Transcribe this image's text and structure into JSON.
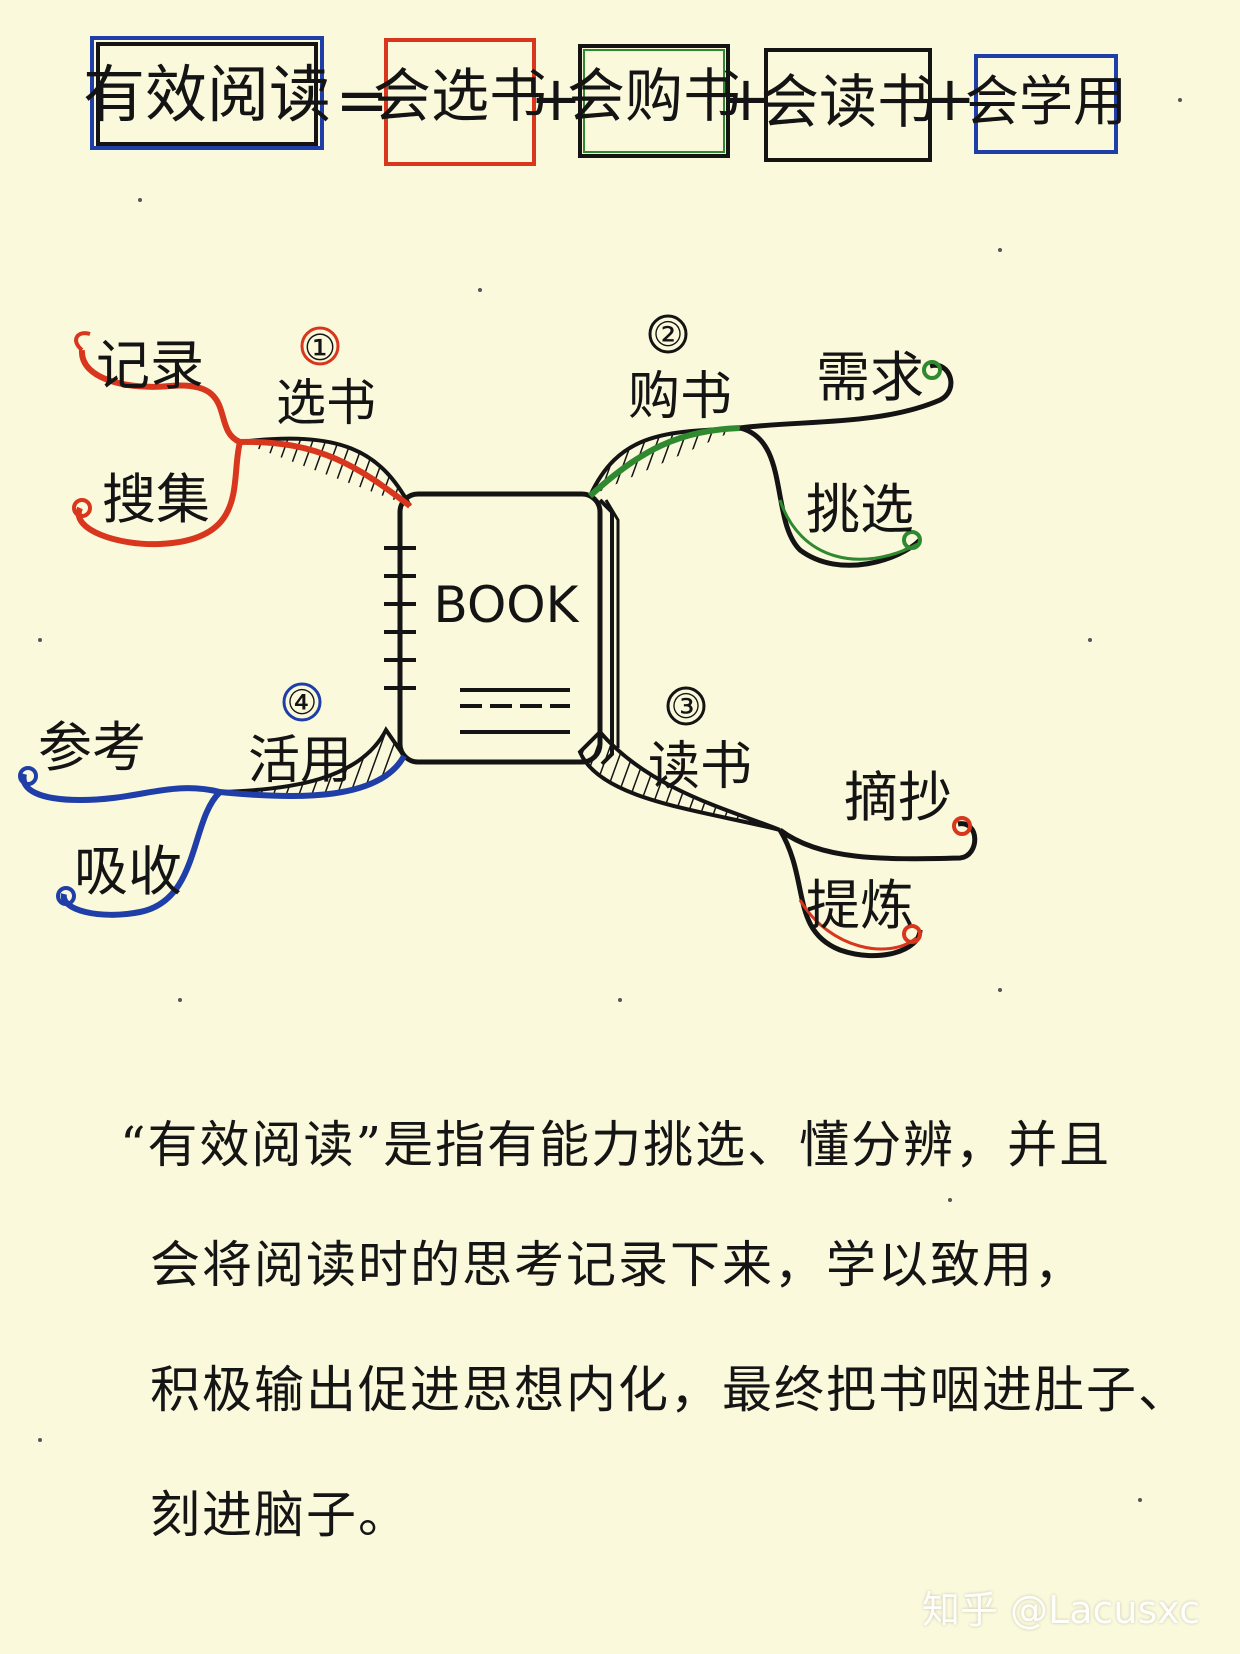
{
  "colors": {
    "background": "#fbf9dc",
    "ink": "#141414",
    "red": "#d8371e",
    "green": "#2f8a2f",
    "blue": "#1f3ea8",
    "black": "#141414",
    "watermark": "#ffffff"
  },
  "formula": {
    "lhs": "有效阅读",
    "equals": "=",
    "plus": "+",
    "terms": [
      "会选书",
      "会购书",
      "会读书",
      "会学用"
    ]
  },
  "mindmap": {
    "center": {
      "label": "BOOK"
    },
    "branches": [
      {
        "number": "①",
        "label": "选书",
        "color": "red",
        "leaves": [
          "记录",
          "搜集"
        ]
      },
      {
        "number": "②",
        "label": "购书",
        "color": "green",
        "leaves": [
          "需求",
          "挑选"
        ]
      },
      {
        "number": "③",
        "label": "读书",
        "color": "black",
        "leaves": [
          "摘抄",
          "提炼"
        ]
      },
      {
        "number": "④",
        "label": "活用",
        "color": "blue",
        "leaves": [
          "参考",
          "吸收"
        ]
      }
    ]
  },
  "paragraph": {
    "lines": [
      "“有效阅读”是指有能力挑选、懂分辨，并且",
      "会将阅读时的思考记录下来，学以致用，",
      "积极输出促进思想内化，最终把书咽进肚子、",
      "刻进脑子。"
    ]
  },
  "watermark": {
    "text": "知乎 @Lacusxc"
  }
}
